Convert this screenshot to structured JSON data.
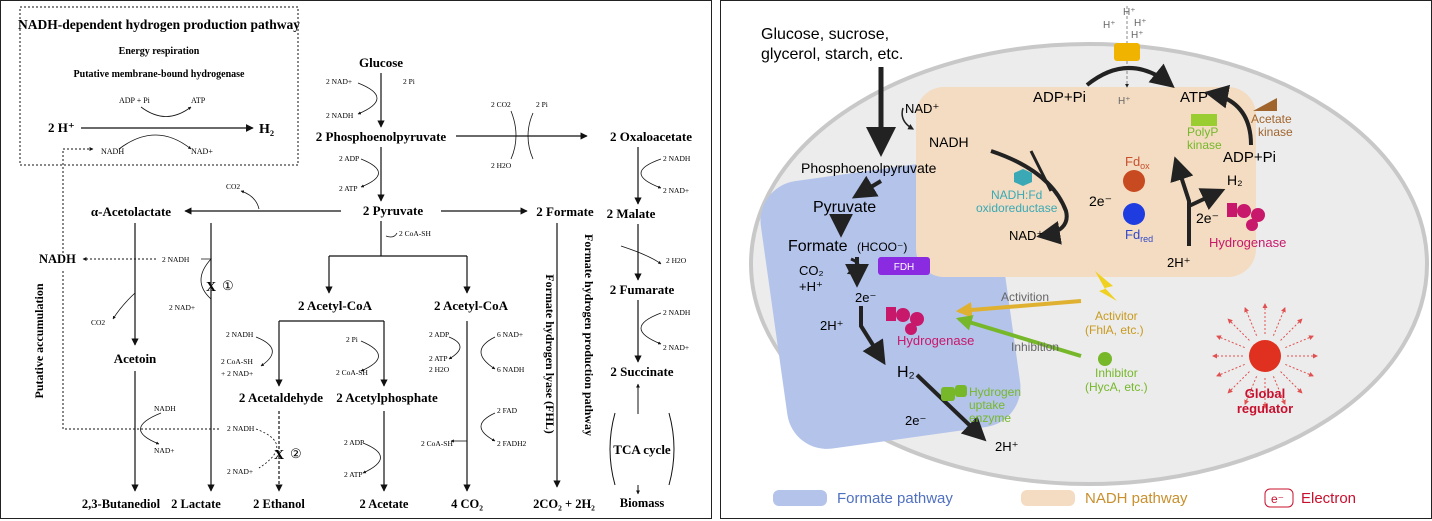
{
  "left": {
    "box_title": "NADH-dependent hydrogen production pathway",
    "box_sub1": "Energy respiration",
    "box_sub2": "Putative membrane-bound hydrogenase",
    "h_plus": "2 H⁺",
    "h2": "H₂",
    "adp_pi": "ADP + Pi",
    "atp": "ATP",
    "nadh_small": "NADH",
    "nad_small": "NAD+",
    "glucose": "Glucose",
    "pep": "2 Phosphoenolpyruvate",
    "oxaloacetate": "2 Oxaloacetate",
    "malate": "2 Malate",
    "fumarate": "2 Fumarate",
    "succinate": "2 Succinate",
    "tca": "TCA cycle",
    "biomass": "Biomass",
    "pyruvate": "2 Pyruvate",
    "formate": "2 Formate",
    "acetolactate": "α-Acetolactate",
    "acetoin": "Acetoin",
    "butanediol": "2,3-Butanediol",
    "lactate": "2 Lactate",
    "ethanol": "2 Ethanol",
    "acetyl_coa": "2 Acetyl-CoA",
    "acetaldehyde": "2 Acetaldehyde",
    "acetylphosphate": "2 Acetylphosphate",
    "acetate": "2 Acetate",
    "co2_4": "4 CO₂",
    "co2_h2": "2CO₂ + 2H₂",
    "nadh_big": "NADH",
    "putative": "Putative accumulation",
    "fhl_vertical": "Formate hydrogen production pathway",
    "fhl_vertical2": "Formate hydrogen lyase (FHL)",
    "c_2nad": "2 NAD+",
    "c_2pi": "2 Pi",
    "c_2nadh": "2 NADH",
    "c_2adp": "2 ADP",
    "c_2atp": "2 ATP",
    "c_2co2": "2 CO2",
    "c_2h2o": "2 H2O",
    "c_2nadplus": "2 NAD+",
    "c_co2": "CO2",
    "c_2coash": "2 CoA-SH",
    "c_2coash_nad": "2 CoA-SH",
    "c_plus2nad": "+ 2 NAD+",
    "c_6nad": "6 NAD+",
    "c_6nadh": "6 NADH",
    "c_2fad": "2 FAD",
    "c_2fadh2": "2 FADH2",
    "c_nadh": "NADH",
    "c_nad": "NAD+",
    "c_circle1": "①",
    "c_circle2": "②",
    "c_x": "X"
  },
  "right": {
    "substrates1": "Glucose, sucrose,",
    "substrates2": "glycerol, starch, etc.",
    "nad_plus": "NAD⁺",
    "pep": "Phosphoenolpyruvate",
    "pyruvate": "Pyruvate",
    "formate": "Formate",
    "hcoo": "(HCOO⁻)",
    "co2": "CO₂",
    "h_plus_co2": "+H⁺",
    "fdh": "FDH",
    "two_e": "2e⁻",
    "two_h_plus": "2H⁺",
    "hydrogenase": "Hydrogenase",
    "h2": "H₂",
    "nadh": "NADH",
    "nadh_fd": "NADH:Fd",
    "oxidoreductase": "oxidoreductase",
    "fd_ox": "Fd",
    "fd_ox_sub": "ox",
    "fd_red": "Fd",
    "fd_red_sub": "red",
    "nad_plus2": "NAD⁺",
    "two_e2": "2e⁻",
    "two_e3": "2e⁻",
    "h2_right": "H₂",
    "two_h_right": "2H⁺",
    "hydrogenase2": "Hydrogenase",
    "adp_pi": "ADP+Pi",
    "atp": "ATP",
    "h_top": "H⁺",
    "h_top2": "H⁺",
    "h_top3": "H⁺",
    "h_top4": "H⁺",
    "h_bottom": "H⁺",
    "polyp": "PolyP",
    "kinase": "kinase",
    "acetate": "Acetate",
    "kinase2": "kinase",
    "adp_pi2": "ADP+Pi",
    "activition": "Activition",
    "inhibition": "Inhibition",
    "activitor": "Activitor",
    "fhla": "(FhlA, etc.)",
    "inhibitor": "Inhibitor",
    "hyca": "(HycA, etc.)",
    "uptake1": "Hydrogen",
    "uptake2": "uptake",
    "uptake3": "enzyme",
    "two_e_low": "2e⁻",
    "two_h_low": "2H⁺",
    "global1": "Global",
    "global2": "regulator",
    "legend_formate": "Formate pathway",
    "legend_nadh": "NADH pathway",
    "legend_e": "e⁻",
    "legend_electron": "Electron"
  },
  "colors": {
    "formate_region": "#b3c3ea",
    "nadh_region": "#f3dcc2",
    "cell_border": "#c8c8c8",
    "hydrogenase": "#c8186b",
    "fdh": "#8a2be2",
    "red_text": "#c8102e",
    "teal_text": "#3aa9b5",
    "gold_text": "#c99a1e",
    "green_text": "#76b82a",
    "brown_text": "#a0652d"
  }
}
